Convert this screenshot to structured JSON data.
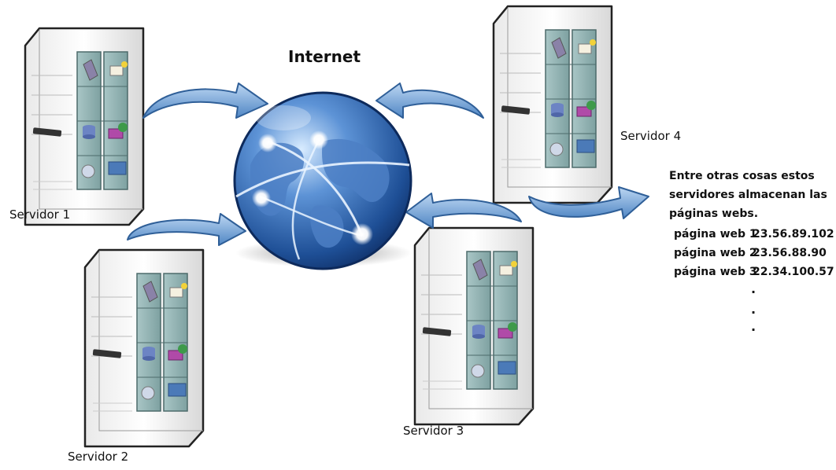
{
  "title": "Internet",
  "servers": [
    {
      "label": "Servidor 1"
    },
    {
      "label": "Servidor 2"
    },
    {
      "label": "Servidor 3"
    },
    {
      "label": "Servidor 4"
    }
  ],
  "note": {
    "lines": [
      "Entre otras cosas estos",
      "servidores almacenan las",
      "páginas webs."
    ]
  },
  "pages": [
    {
      "name": "página web 1",
      "ip": "23.56.89.102"
    },
    {
      "name": "página web 2",
      "ip": "23.56.88.90"
    },
    {
      "name": "página web 3",
      "ip": "22.34.100.57"
    }
  ],
  "ellipsis": [
    ".",
    ".",
    "."
  ],
  "colors": {
    "arrow": "#5b8fc9",
    "globe": "#3a6db0",
    "rack": "#8fb2b2"
  },
  "icons": [
    "server-icon",
    "globe-icon",
    "curved-arrow-icon",
    "mail-icon",
    "database-icon",
    "folder-icon"
  ]
}
